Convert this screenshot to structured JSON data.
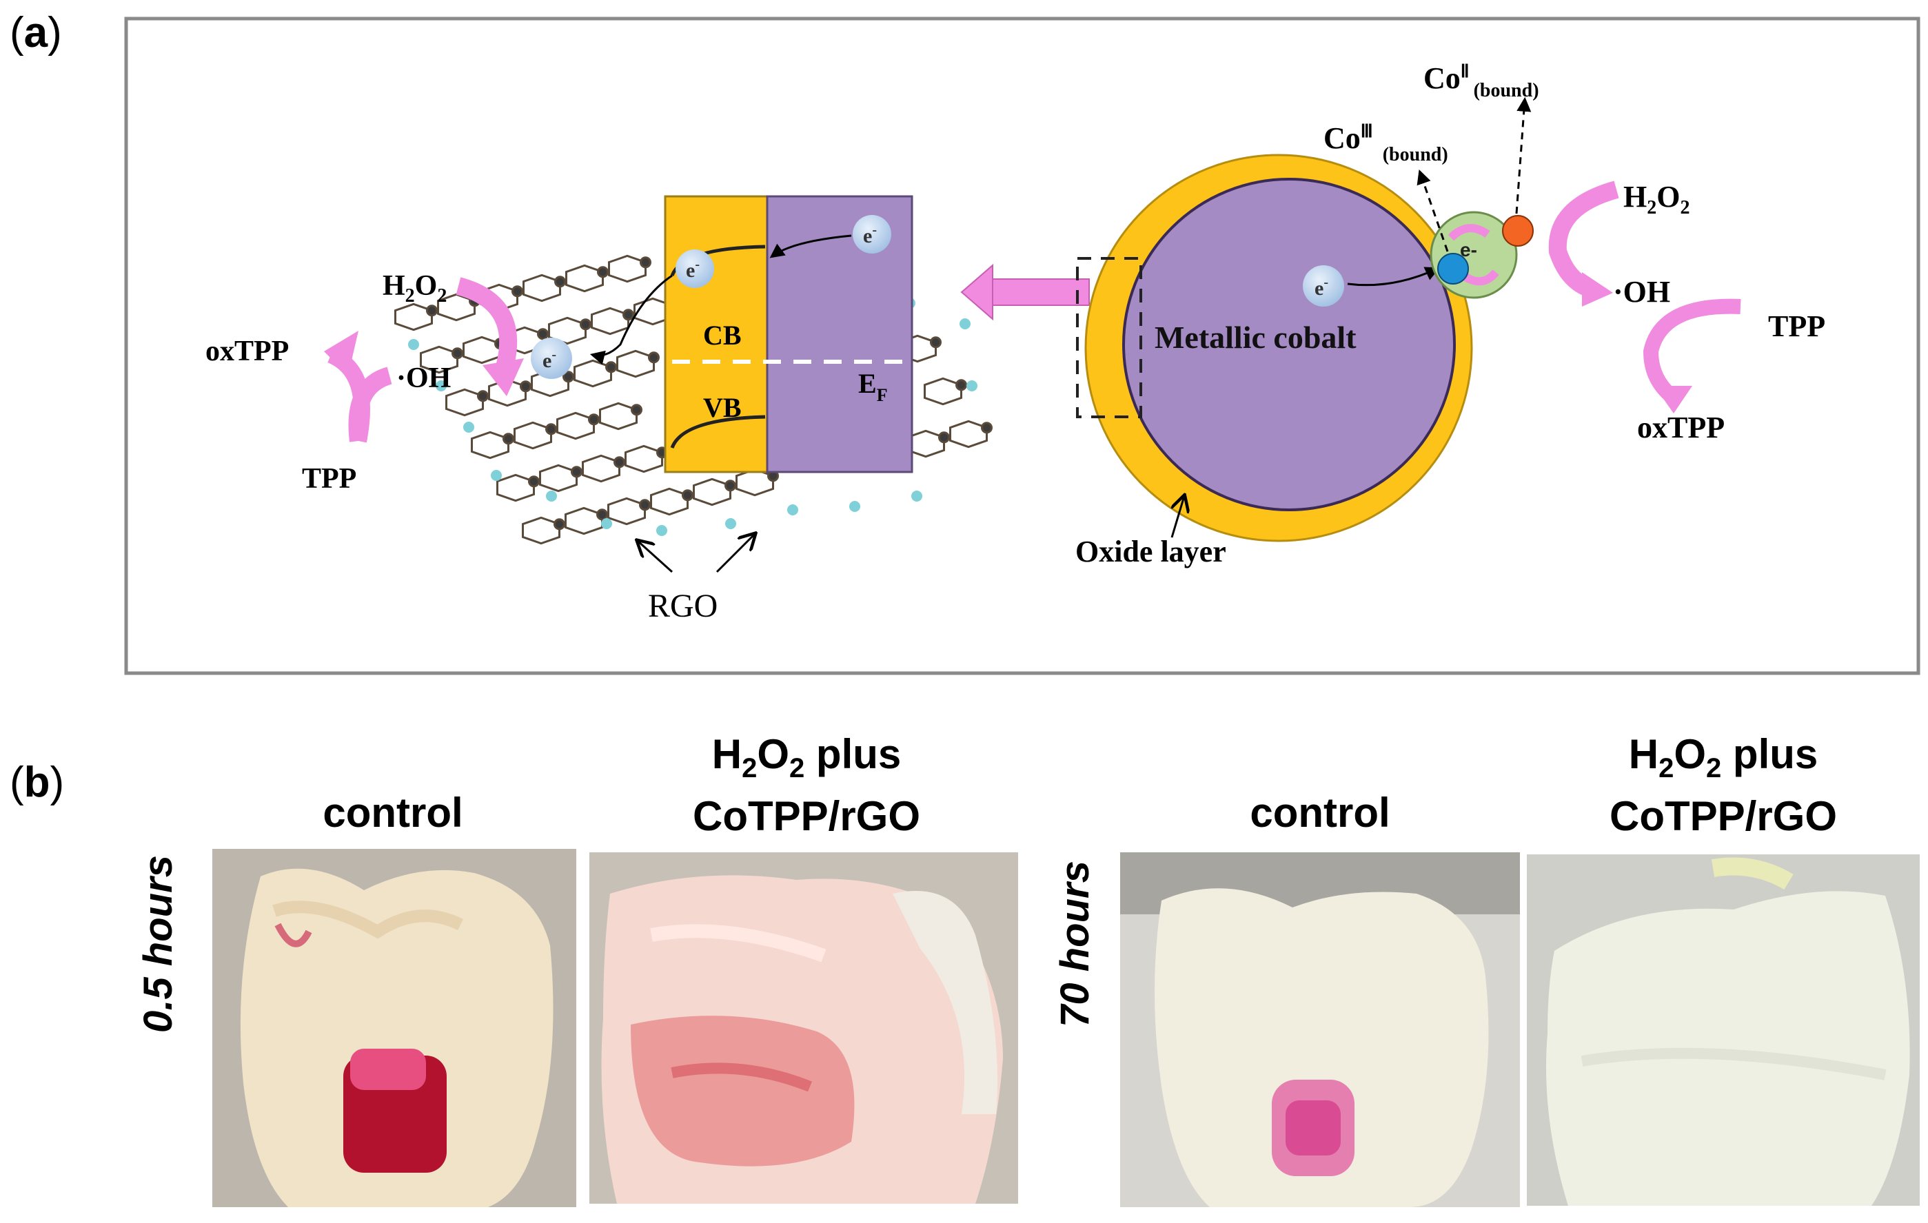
{
  "panel_a": {
    "label_open": "(",
    "label_letter": "a",
    "label_close": ")",
    "left": {
      "h2o2": "H",
      "h2o2_sub1": "2",
      "h2o2_mid": "O",
      "h2o2_sub2": "2",
      "oh": "·OH",
      "oxtpp": "oxTPP",
      "tpp": "TPP",
      "cb": "CB",
      "vb": "VB",
      "ef": "E",
      "ef_sub": "F",
      "electron": "e",
      "electron_sup": "-",
      "rgo": "RGO"
    },
    "right": {
      "metallic_cobalt": "Metallic cobalt",
      "oxide_layer": "Oxide layer",
      "co3": "Co",
      "co3_sup": "Ⅲ",
      "co3_sub": "(bound)",
      "co2": "Co",
      "co2_sup": "Ⅱ",
      "co2_sub": "(bound)",
      "h2o2": "H",
      "h2o2_sub1": "2",
      "h2o2_mid": "O",
      "h2o2_sub2": "2",
      "oh": "·OH",
      "tpp": "TPP",
      "oxtpp": "oxTPP",
      "electron": "e",
      "electron_sup": "-",
      "electron_small": "e-"
    },
    "colors": {
      "gold": "#FDC319",
      "purple": "#A48BC4",
      "pink_arrow": "#F08BE0",
      "electron_blue": "#BFD5EE",
      "blue_dot": "#1E90D6",
      "orange_dot": "#F26522",
      "green_particle": "#B8D99A"
    }
  },
  "panel_b": {
    "label_open": "(",
    "label_letter": "b",
    "label_close": ")",
    "groups": [
      {
        "time": "0.5 hours",
        "control": "control",
        "treat_line1_h": "H",
        "treat_sub1": "2",
        "treat_o": "O",
        "treat_sub2": "2",
        "treat_plus": " plus",
        "treat_line2": "CoTPP/rGO"
      },
      {
        "time": "70 hours",
        "control": "control",
        "treat_line1_h": "H",
        "treat_sub1": "2",
        "treat_o": "O",
        "treat_sub2": "2",
        "treat_plus": " plus",
        "treat_line2": "CoTPP/rGO"
      }
    ]
  }
}
